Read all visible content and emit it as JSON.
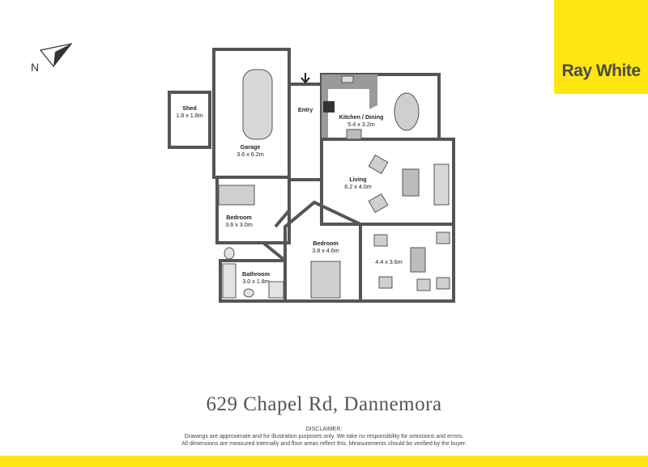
{
  "brand": {
    "name": "Ray White",
    "color": "#ffe512",
    "text_color": "#4a4a4a"
  },
  "compass": {
    "label": "N"
  },
  "rooms": {
    "shed": {
      "name": "Shed",
      "dims": "1.8 x 1.8m"
    },
    "garage": {
      "name": "Garage",
      "dims": "3.6 x 6.2m"
    },
    "entry": {
      "name": "Entry"
    },
    "kitchen": {
      "name": "Kitchen / Dining",
      "dims": "5.4 x 3.2m"
    },
    "living": {
      "name": "Living",
      "dims": "6.2 x 4.0m"
    },
    "bedroom1": {
      "name": "Bedroom",
      "dims": "3.6 x 3.0m"
    },
    "bedroom2": {
      "name": "Bedroom",
      "dims": "3.8 x 4.6m"
    },
    "family": {
      "dims": "4.4 x 3.6m"
    },
    "bathroom": {
      "name": "Bathroom",
      "dims": "3.0 x 1.8m"
    }
  },
  "address": "629 Chapel Rd, Dannemora",
  "disclaimer": {
    "title": "DISCLAIMER:",
    "line1": "Drawings are approximate and for illustration purposes only. We take no responsibility for omissions and errors.",
    "line2": "All dimensions are measured internally and floor areas reflect this. Measurements should be verified by the buyer."
  }
}
